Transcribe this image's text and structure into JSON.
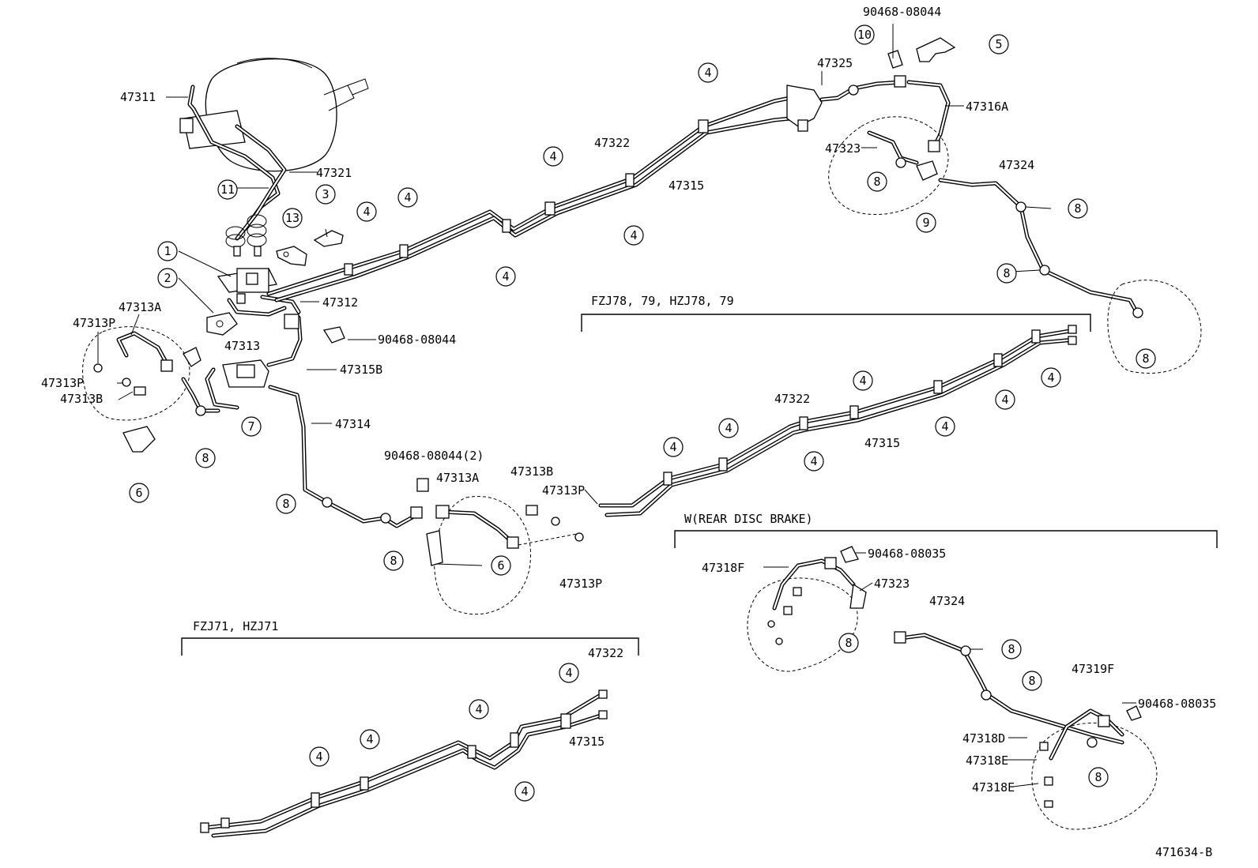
{
  "parts": {
    "p47311": "47311",
    "p47321": "47321",
    "p47312": "47312",
    "p47313A": "47313A",
    "p47313P": "47313P",
    "p47313B": "47313B",
    "p47313": "47313",
    "p47315B": "47315B",
    "p47314": "47314",
    "p90468_08044": "90468-08044",
    "p90468_08044_2": "90468-08044(2)",
    "p47322": "47322",
    "p47315": "47315",
    "p47325": "47325",
    "p47316A": "47316A",
    "p47323": "47323",
    "p47324": "47324",
    "p47318F": "47318F",
    "p90468_08035": "90468-08035",
    "p47319F": "47319F",
    "p47318D": "47318D",
    "p47318E": "47318E"
  },
  "callouts": {
    "c1": "1",
    "c2": "2",
    "c3": "3",
    "c4": "4",
    "c5": "5",
    "c6": "6",
    "c7": "7",
    "c8": "8",
    "c9": "9",
    "c10": "10",
    "c11": "11",
    "c13": "13"
  },
  "sections": {
    "fzj78": "FZJ78, 79, HZJ78, 79",
    "fzj71": "FZJ71, HZJ71",
    "rear_disc": "W(REAR DISC BRAKE)"
  },
  "diagram_id": "471634-B"
}
